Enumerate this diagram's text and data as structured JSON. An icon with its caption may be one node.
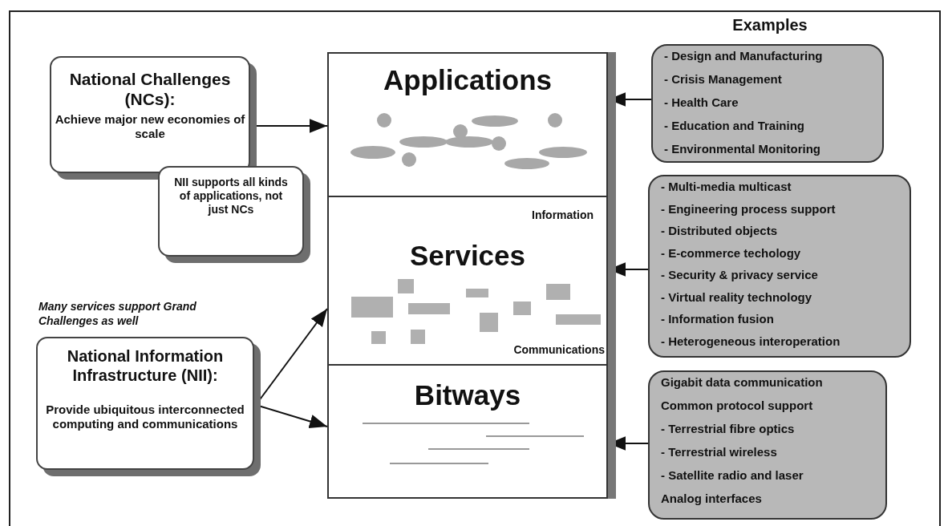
{
  "diagram": {
    "nodes": [
      {
        "text": [
          "National Challenges (NCs):",
          "Achieve major new economies of scale"
        ]
      },
      {
        "text": [
          "NII supports all kinds of applications, not just NCs"
        ]
      },
      {
        "text": [
          "National Information Infrastructure (NII):",
          "Provide ubiquitous interconnected computing and communications"
        ]
      },
      {
        "text": [
          "Applications"
        ]
      },
      {
        "text": [
          "Information",
          "Services",
          "Communications"
        ]
      },
      {
        "text": [
          "Bitways"
        ]
      },
      {
        "text": [
          "- Design and Manufacturing",
          "- Crisis Management",
          "- Health Care",
          "- Education and Training",
          "- Environmental Monitoring"
        ]
      },
      {
        "text": [
          "- Multi-media multicast",
          "- Engineering process support",
          "- Distributed objects",
          "- E-commerce techology",
          "- Security & privacy service",
          "- Virtual reality technology",
          "- Information fusion",
          "- Heterogeneous interoperation"
        ]
      },
      {
        "text": [
          "Gigabit data communication",
          "Common protocol support",
          "- Terrestrial fibre optics",
          "- Terrestrial wireless",
          "- Satellite radio and laser",
          "Analog interfaces"
        ]
      }
    ],
    "edges": [
      {
        "from": 0,
        "to": 3,
        "arrow": "to"
      },
      {
        "from": 2,
        "to": 4,
        "arrow": "to"
      },
      {
        "from": 2,
        "to": 5,
        "arrow": "to"
      },
      {
        "from": 6,
        "to": 3,
        "arrow": "to"
      },
      {
        "from": 7,
        "to": 4,
        "arrow": "to"
      },
      {
        "from": 8,
        "to": 5,
        "arrow": "to"
      }
    ],
    "labels": [
      "Examples",
      "Many services support Grand Challenges as well"
    ]
  }
}
